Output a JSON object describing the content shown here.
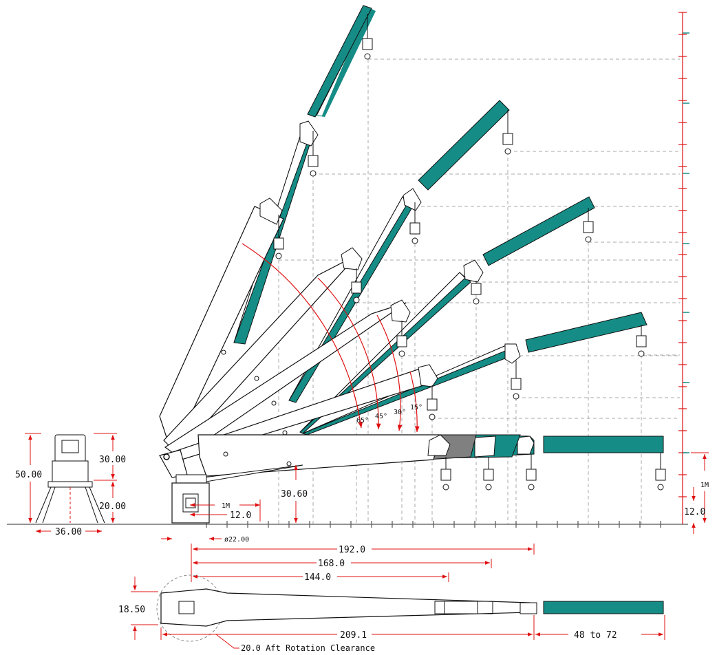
{
  "colors": {
    "boom_teal": "#158c85",
    "dimension_red": "#e01010",
    "guide_gray": "#aaaaaa",
    "outline": "#111111"
  },
  "angles": [
    "65°",
    "45°",
    "30°",
    "15°"
  ],
  "front_view": {
    "height_total": "50.00",
    "height_upper": "30.00",
    "height_lower": "20.00",
    "base_width": "36.00"
  },
  "side_view": {
    "pedestal_1m": "1M",
    "pedestal_offset": "12.0",
    "pivot_height": "30.60",
    "bolt_circle": "ø22.00"
  },
  "right_scale": {
    "label_1m": "1M",
    "label_12": "12.0"
  },
  "reach": {
    "r192": "192.0",
    "r168": "168.0",
    "r144": "144.0"
  },
  "plan_view": {
    "width": "18.50",
    "length": "209.1",
    "extension": "48 to 72",
    "clearance": "20.0 Aft Rotation Clearance"
  }
}
